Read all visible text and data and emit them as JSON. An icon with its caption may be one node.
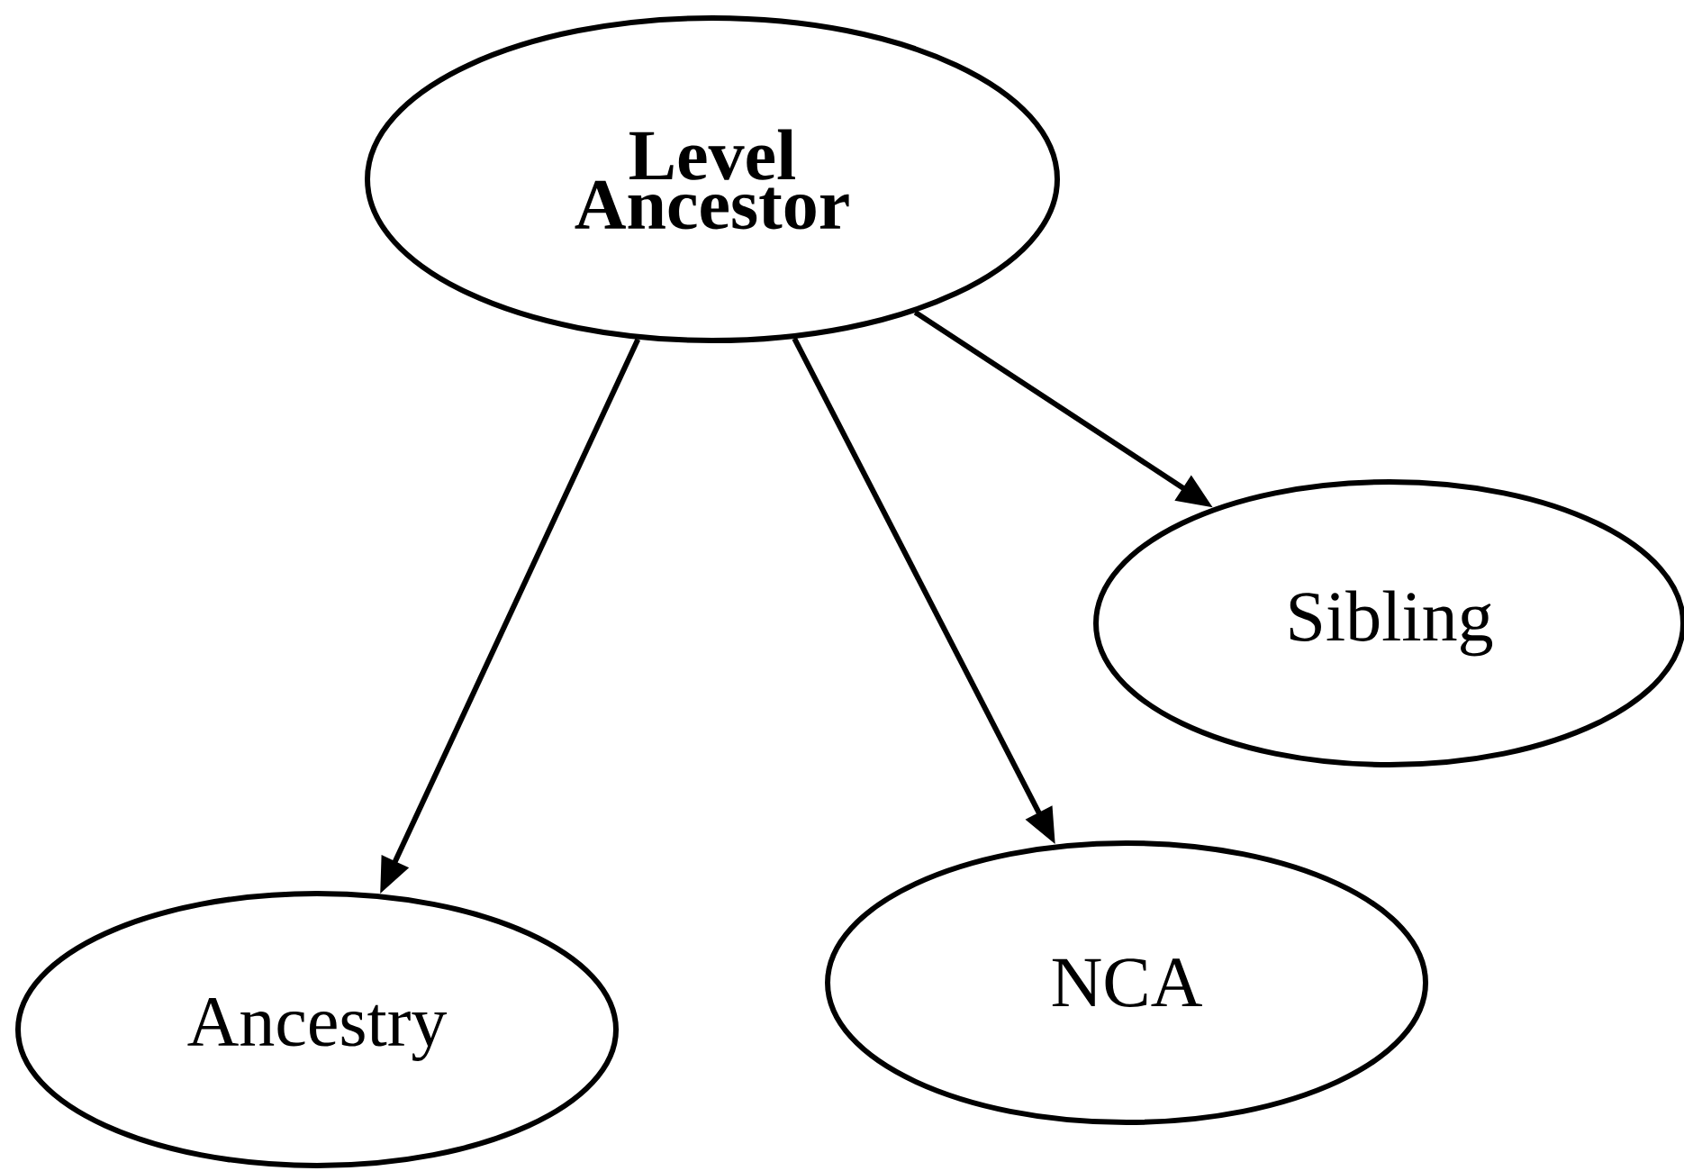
{
  "diagram": {
    "nodes": [
      {
        "text": [
          "Level Ancestor"
        ]
      },
      {
        "text": [
          "Sibling"
        ]
      },
      {
        "text": [
          "NCA"
        ]
      },
      {
        "text": [
          "Ancestry"
        ]
      }
    ],
    "edges": [
      {
        "from": 0,
        "to": 3,
        "arrow": "to"
      },
      {
        "from": 0,
        "to": 2,
        "arrow": "to"
      },
      {
        "from": 0,
        "to": 1,
        "arrow": "to"
      }
    ]
  }
}
